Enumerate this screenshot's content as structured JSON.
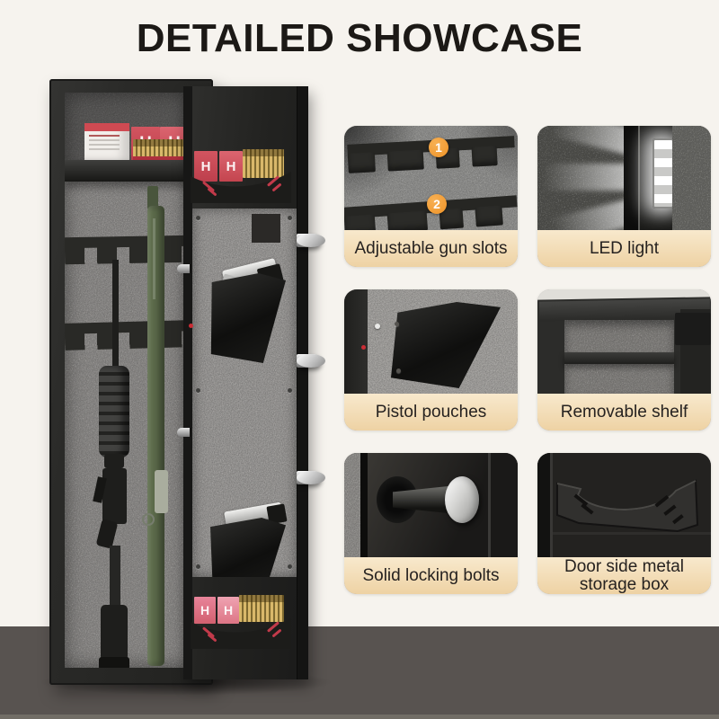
{
  "page": {
    "title": "DETAILED SHOWCASE",
    "background_color": "#f6f3ee",
    "floor_color": "#585350"
  },
  "ammo": {
    "brand_letter": "H"
  },
  "features": [
    {
      "id": "gun-slots",
      "label": "Adjustable gun slots",
      "badges": [
        "1",
        "2"
      ]
    },
    {
      "id": "led-light",
      "label": "LED light"
    },
    {
      "id": "pistol-pouches",
      "label": "Pistol pouches"
    },
    {
      "id": "removable-shelf",
      "label": "Removable shelf"
    },
    {
      "id": "locking-bolts",
      "label": "Solid locking bolts"
    },
    {
      "id": "door-storage",
      "label": "Door side metal storage box"
    }
  ],
  "style": {
    "caption_bg_top": "#f8e9cd",
    "caption_bg_bottom": "#eed2a4",
    "caption_text_color": "#262220",
    "badge_color": "#f09a33",
    "badge_text_color": "#ffffff",
    "title_color": "#1c1916"
  }
}
